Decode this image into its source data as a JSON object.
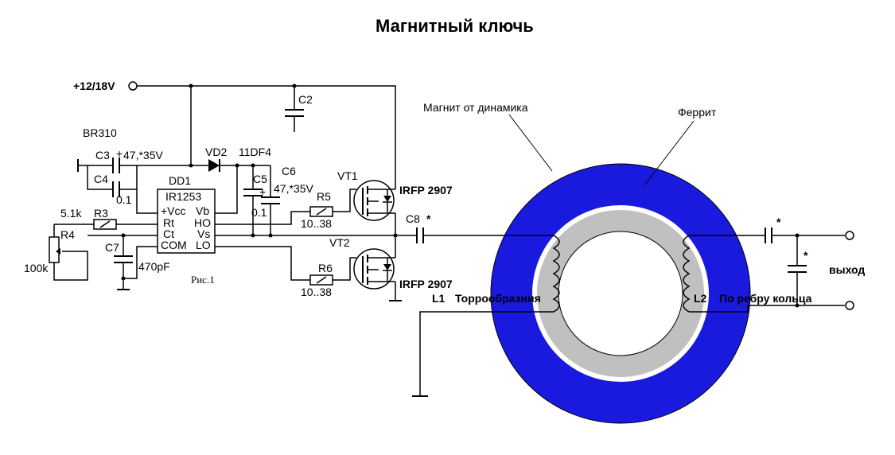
{
  "title": "Магнитный ключь",
  "power": {
    "label": "+12/18V"
  },
  "ic": {
    "ref": "DD1",
    "part": "IR1253",
    "pins": [
      "+Vcc",
      "Rt",
      "Ct",
      "COM",
      "Vb",
      "HO",
      "Vs",
      "LO"
    ]
  },
  "components": {
    "c2": "C2",
    "br": "BR310",
    "c3": "C3",
    "c3_value": "47,*35V",
    "c4": "C4",
    "c4_value": "0.1",
    "vd2": "VD2",
    "vd2_part": "11DF4",
    "c5": "C5",
    "c5_value": "0.1",
    "c6": "C6",
    "c6_value": "47,*35V",
    "r3": "R3",
    "r3_value": "5.1k",
    "r4": "R4",
    "r4_value": "100k",
    "c7": "C7",
    "c7_value": "470pF",
    "r5": "R5",
    "r5_value": "10..38",
    "r6": "R6",
    "r6_value": "10..38",
    "vt1": "VT1",
    "vt1_part": "IRFP 2907",
    "vt2": "VT2",
    "vt2_part": "IRFP 2907",
    "c8": "C8",
    "star": "*",
    "fig": "Рис.1"
  },
  "coil": {
    "magnet_label": "Магнит от динамика",
    "ferrite_label": "Феррит",
    "l1": "L1",
    "l1_desc": "Торрообразния",
    "l2": "L2",
    "l2_desc": "По ребру кольца",
    "output": "выход"
  },
  "colors": {
    "magnet": "#1a1adf",
    "ferrite": "#c0c0c0",
    "inner": "#ffffff",
    "wire": "#000000"
  }
}
